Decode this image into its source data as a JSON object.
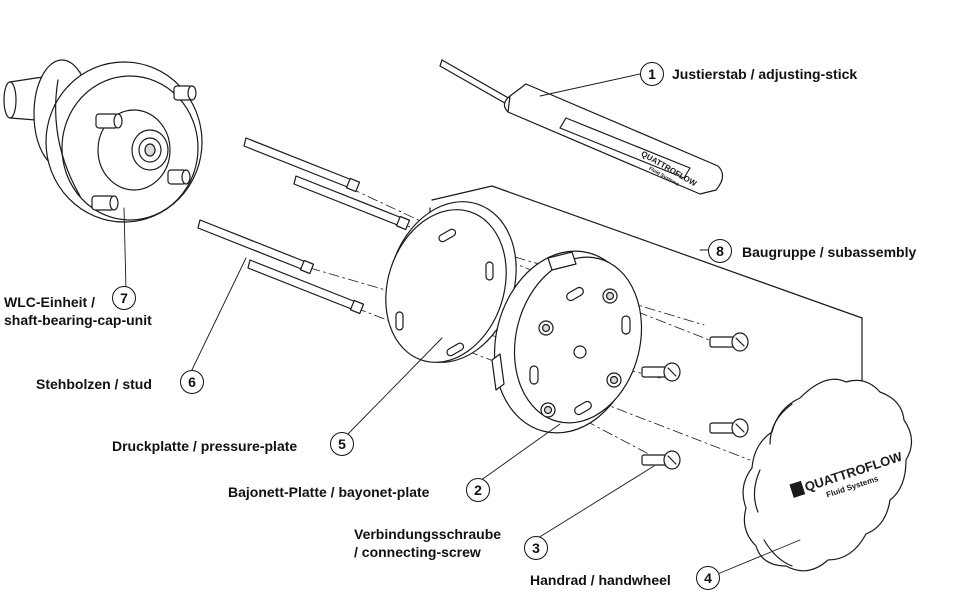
{
  "labels": {
    "p1": {
      "num": "1",
      "text": "Justierstab / adjusting-stick"
    },
    "p2": {
      "num": "2",
      "text": "Bajonett-Platte / bayonet-plate"
    },
    "p3": {
      "num": "3",
      "line1": "Verbindungsschraube",
      "line2": "/ connecting-screw"
    },
    "p4": {
      "num": "4",
      "text": "Handrad / handwheel"
    },
    "p5": {
      "num": "5",
      "text": "Druckplatte / pressure-plate"
    },
    "p6": {
      "num": "6",
      "text": "Stehbolzen / stud"
    },
    "p7": {
      "num": "7",
      "line1": "WLC-Einheit /",
      "line2": "shaft-bearing-cap-unit"
    },
    "p8": {
      "num": "8",
      "text": "Baugruppe / subassembly"
    }
  },
  "brand": {
    "logo_wheel": "QUATTROFLOW",
    "logo_wheel_sub": "Fluid Systems",
    "logo_stick": "QUATTROFLOW",
    "logo_stick_sub": "Fluid Systems"
  },
  "colors": {
    "line": "#1a1a1a",
    "fill": "#ffffff",
    "shade": "#d9d9d9",
    "dark": "#2a2a2a"
  },
  "icons": [
    "adjusting-stick",
    "shaft-bearing-cap-unit",
    "stud",
    "pressure-plate",
    "bayonet-plate",
    "connecting-screw",
    "handwheel"
  ]
}
